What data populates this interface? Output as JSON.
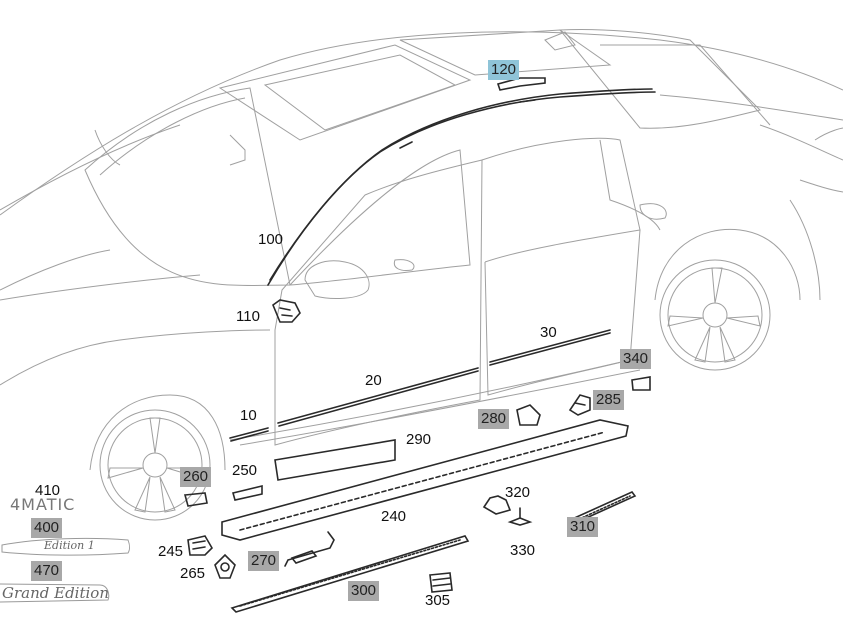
{
  "colors": {
    "line": "#9a9a9a",
    "part": "#2a2a2a",
    "tag_gray": "#a8a8a8",
    "tag_highlight": "#8fc4d8"
  },
  "labels": {
    "p10": "10",
    "p20": "20",
    "p30": "30",
    "p100": "100",
    "p110": "110",
    "p120": "120",
    "p240": "240",
    "p245": "245",
    "p250": "250",
    "p260": "260",
    "p265": "265",
    "p270": "270",
    "p280": "280",
    "p285": "285",
    "p290": "290",
    "p300": "300",
    "p305": "305",
    "p310": "310",
    "p320": "320",
    "p330": "330",
    "p340": "340",
    "p400": "400",
    "p410": "410",
    "p470": "470"
  },
  "emblems": {
    "e4matic": "4MATIC",
    "edition": "Edition 1",
    "grand": "Grand Edition"
  }
}
